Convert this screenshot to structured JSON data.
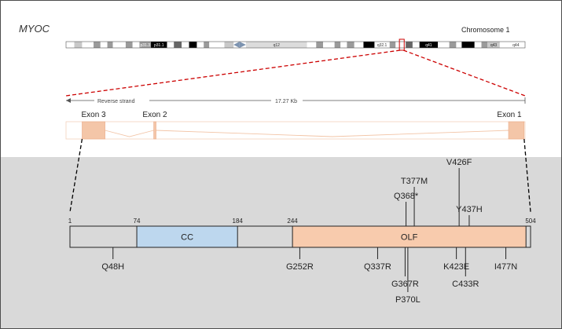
{
  "gene_name": "MYOC",
  "chromosome": {
    "label": "Chromosome 1",
    "bands": [
      {
        "start": 0.0,
        "end": 0.018,
        "stain": "gneg",
        "label": ""
      },
      {
        "start": 0.018,
        "end": 0.035,
        "stain": "gpos25",
        "label": ""
      },
      {
        "start": 0.035,
        "end": 0.06,
        "stain": "gneg",
        "label": ""
      },
      {
        "start": 0.06,
        "end": 0.075,
        "stain": "gpos50",
        "label": ""
      },
      {
        "start": 0.075,
        "end": 0.09,
        "stain": "gneg",
        "label": ""
      },
      {
        "start": 0.09,
        "end": 0.102,
        "stain": "gpos50",
        "label": ""
      },
      {
        "start": 0.102,
        "end": 0.13,
        "stain": "gneg",
        "label": ""
      },
      {
        "start": 0.13,
        "end": 0.145,
        "stain": "gpos50",
        "label": ""
      },
      {
        "start": 0.145,
        "end": 0.16,
        "stain": "gneg",
        "label": ""
      },
      {
        "start": 0.16,
        "end": 0.185,
        "stain": "gpos50",
        "label": "p31.3"
      },
      {
        "start": 0.185,
        "end": 0.22,
        "stain": "gpos100",
        "label": "p31.1"
      },
      {
        "start": 0.22,
        "end": 0.235,
        "stain": "gneg",
        "label": ""
      },
      {
        "start": 0.235,
        "end": 0.252,
        "stain": "gpos75",
        "label": ""
      },
      {
        "start": 0.252,
        "end": 0.268,
        "stain": "gneg",
        "label": ""
      },
      {
        "start": 0.268,
        "end": 0.285,
        "stain": "gpos100",
        "label": ""
      },
      {
        "start": 0.285,
        "end": 0.3,
        "stain": "gneg",
        "label": ""
      },
      {
        "start": 0.3,
        "end": 0.312,
        "stain": "gpos50",
        "label": ""
      },
      {
        "start": 0.312,
        "end": 0.345,
        "stain": "gneg",
        "label": ""
      },
      {
        "start": 0.345,
        "end": 0.365,
        "stain": "gpos25",
        "label": ""
      },
      {
        "start": 0.365,
        "end": 0.378,
        "stain": "acen",
        "label": ""
      },
      {
        "start": 0.378,
        "end": 0.392,
        "stain": "acen",
        "label": ""
      },
      {
        "start": 0.392,
        "end": 0.525,
        "stain": "gvar",
        "label": "q12"
      },
      {
        "start": 0.525,
        "end": 0.545,
        "stain": "gneg",
        "label": ""
      },
      {
        "start": 0.545,
        "end": 0.56,
        "stain": "gpos50",
        "label": ""
      },
      {
        "start": 0.56,
        "end": 0.585,
        "stain": "gneg",
        "label": ""
      },
      {
        "start": 0.585,
        "end": 0.598,
        "stain": "gpos50",
        "label": ""
      },
      {
        "start": 0.598,
        "end": 0.612,
        "stain": "gneg",
        "label": ""
      },
      {
        "start": 0.612,
        "end": 0.628,
        "stain": "gpos50",
        "label": ""
      },
      {
        "start": 0.628,
        "end": 0.648,
        "stain": "gneg",
        "label": ""
      },
      {
        "start": 0.648,
        "end": 0.672,
        "stain": "gpos100",
        "label": ""
      },
      {
        "start": 0.672,
        "end": 0.705,
        "stain": "gneg",
        "label": "q32.1"
      },
      {
        "start": 0.705,
        "end": 0.718,
        "stain": "gpos50",
        "label": ""
      },
      {
        "start": 0.718,
        "end": 0.74,
        "stain": "gneg",
        "label": ""
      },
      {
        "start": 0.74,
        "end": 0.755,
        "stain": "gpos75",
        "label": ""
      },
      {
        "start": 0.755,
        "end": 0.77,
        "stain": "gneg",
        "label": ""
      },
      {
        "start": 0.77,
        "end": 0.81,
        "stain": "gpos100",
        "label": "q41"
      },
      {
        "start": 0.81,
        "end": 0.835,
        "stain": "gneg",
        "label": ""
      },
      {
        "start": 0.835,
        "end": 0.85,
        "stain": "gpos50",
        "label": ""
      },
      {
        "start": 0.85,
        "end": 0.862,
        "stain": "gneg",
        "label": ""
      },
      {
        "start": 0.862,
        "end": 0.89,
        "stain": "gpos100",
        "label": ""
      },
      {
        "start": 0.89,
        "end": 0.905,
        "stain": "gneg",
        "label": ""
      },
      {
        "start": 0.905,
        "end": 0.918,
        "stain": "gpos50",
        "label": ""
      },
      {
        "start": 0.918,
        "end": 0.945,
        "stain": "gpos25",
        "label": "q43"
      },
      {
        "start": 0.945,
        "end": 0.96,
        "stain": "gneg",
        "label": ""
      },
      {
        "start": 0.96,
        "end": 1.0,
        "stain": "gneg",
        "label": "q44"
      }
    ],
    "highlight": {
      "start": 0.728,
      "end": 0.735
    }
  },
  "gene_structure": {
    "strand_label": "Reverse strand",
    "length_label": "17.27 Kb",
    "exons": [
      {
        "label": "Exon 3",
        "start": 0.035,
        "end": 0.085
      },
      {
        "label": "Exon 2",
        "start": 0.191,
        "end": 0.196
      },
      {
        "label": "Exon 1",
        "start": 0.964,
        "end": 0.998
      }
    ]
  },
  "protein": {
    "length": 504,
    "tick_labels": [
      {
        "pos": 1,
        "label": "1"
      },
      {
        "pos": 74,
        "label": "74"
      },
      {
        "pos": 184,
        "label": "184"
      },
      {
        "pos": 244,
        "label": "244"
      },
      {
        "pos": 504,
        "label": "504"
      }
    ],
    "domains": [
      {
        "name": "CC",
        "start": 74,
        "end": 184,
        "color": "#bdd7ee"
      },
      {
        "name": "OLF",
        "start": 244,
        "end": 499,
        "color": "#f8cbad"
      }
    ],
    "variants_above": [
      {
        "label": "Q368*",
        "pos": 368,
        "level": 2
      },
      {
        "label": "T377M",
        "pos": 377,
        "level": 3
      },
      {
        "label": "V426F",
        "pos": 426,
        "level": 4
      },
      {
        "label": "Y437H",
        "pos": 437,
        "level": 1
      }
    ],
    "variants_below": [
      {
        "label": "Q48H",
        "pos": 48,
        "level": 1
      },
      {
        "label": "G252R",
        "pos": 252,
        "level": 1
      },
      {
        "label": "Q337R",
        "pos": 337,
        "level": 1
      },
      {
        "label": "G367R",
        "pos": 367,
        "level": 2
      },
      {
        "label": "P370L",
        "pos": 370,
        "level": 3
      },
      {
        "label": "K423E",
        "pos": 423,
        "level": 1
      },
      {
        "label": "C433R",
        "pos": 433,
        "level": 2
      },
      {
        "label": "I477N",
        "pos": 477,
        "level": 1
      }
    ]
  },
  "colors": {
    "exon": "#f4c6a8",
    "exon_stroke": "#e8a582",
    "intron": "#f2c4a6",
    "zoom_line": "#cc0000",
    "lower_panel": "#d9d9d9"
  }
}
